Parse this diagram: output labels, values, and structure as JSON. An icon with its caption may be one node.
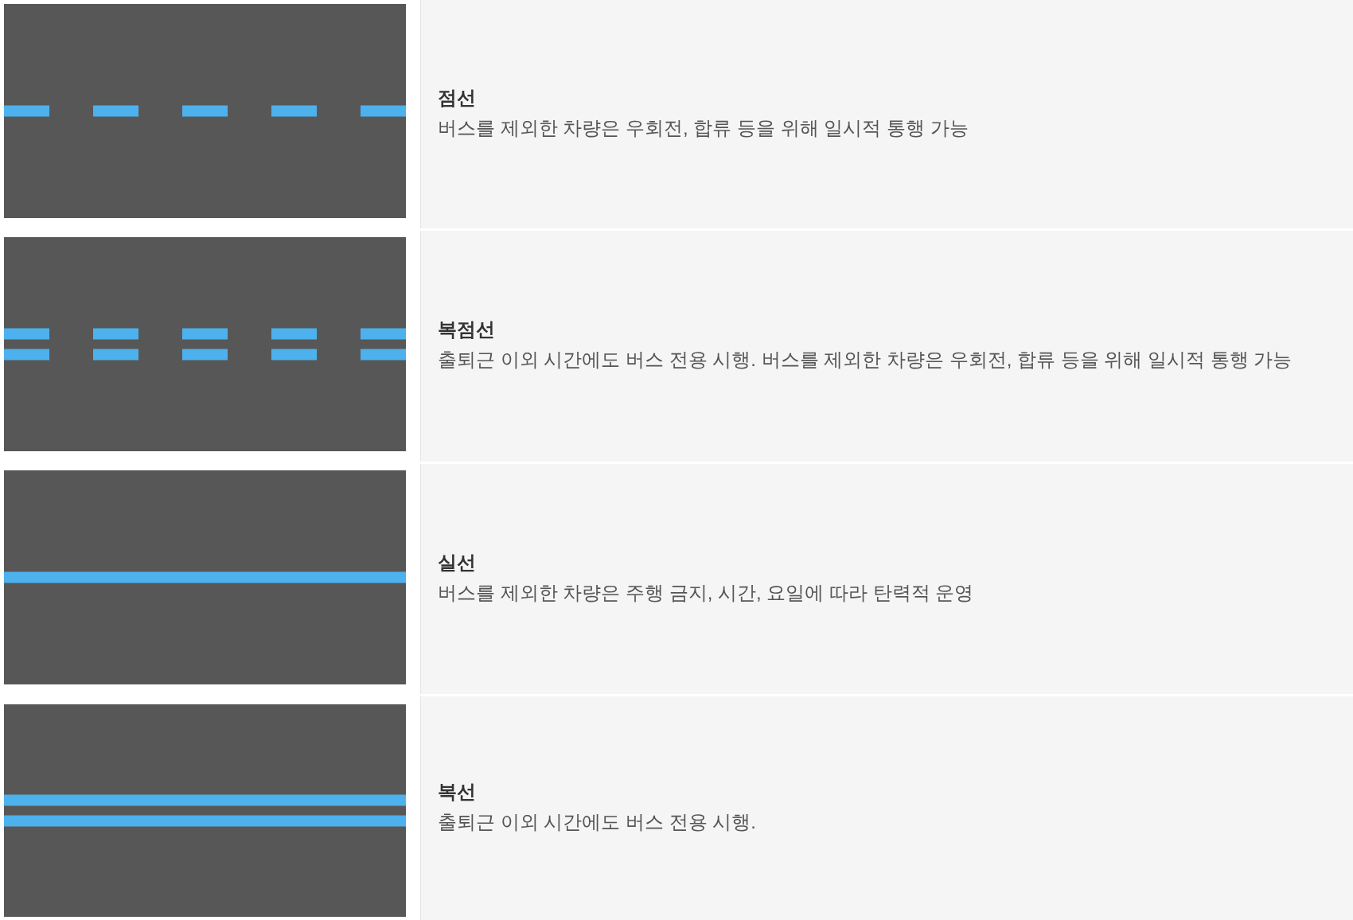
{
  "diagram": {
    "nodes": [
      {
        "text": [
          "점선",
          "버스를 제외한 차량은 우회전, 합류 등을 위해 일시적 통행 가능"
        ]
      },
      {
        "text": [
          "복점선",
          "출퇴근 이외 시간에도 버스 전용 시행. 버스를 제외한 차량은 우회전, 합류 등을 위해 일시적 통행 가능"
        ]
      },
      {
        "text": [
          "실선",
          "버스를 제외한 차량은 주행 금지, 시간, 요일에 따라 탄력적 운영"
        ]
      },
      {
        "text": [
          "복선",
          "출퇴근 이외 시간에도 버스 전용 시행."
        ]
      }
    ]
  }
}
